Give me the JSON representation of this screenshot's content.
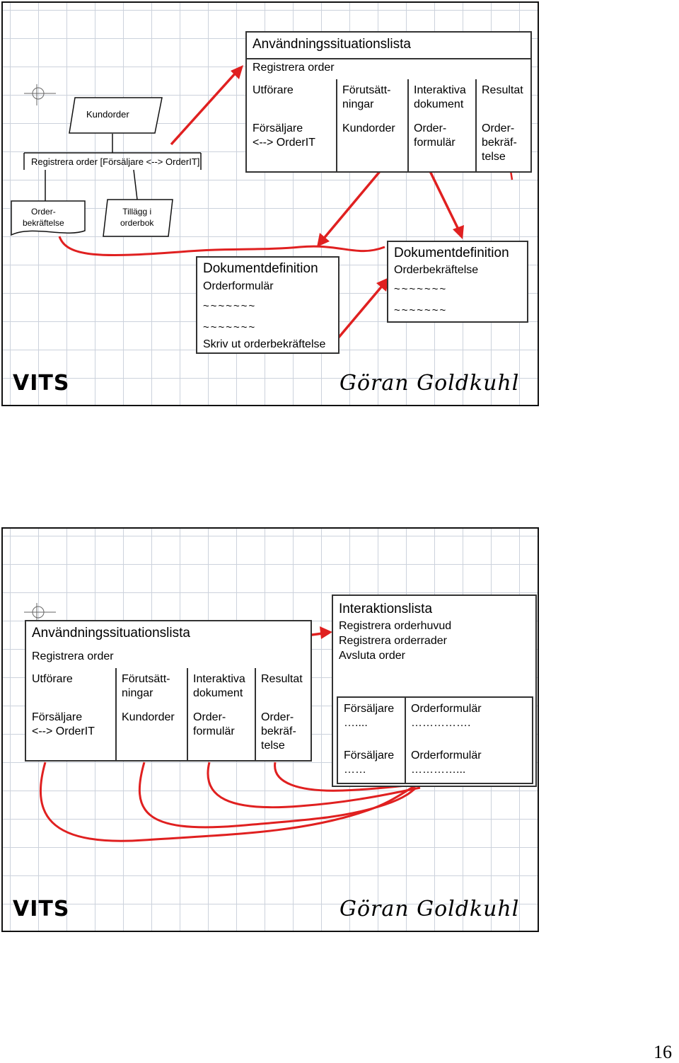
{
  "slide1": {
    "kundorder_shape": "Kundorder",
    "process_label": "Registrera order [Försäljare <--> OrderIT]",
    "orderbekraftelse_doc": "Order-\nbekräftelse",
    "tillagg_doc": "Tillägg i\norderbok",
    "table": {
      "title": "Användningssituationslista",
      "subtitle": "Registrera order",
      "headers": [
        "Utförare",
        "Förutsätt-\nningar",
        "Interaktiva\ndokument",
        "Resultat"
      ],
      "row": [
        "Försäljare\n<--> OrderIT",
        "Kundorder",
        "Order-\nformulär",
        "Order-\nbekräf-\ntelse"
      ]
    },
    "docdef_formular": {
      "title": "Dokumentdefinition",
      "subtitle": "Orderformulär",
      "line1": "~~~~~~~",
      "line2": "~~~~~~~",
      "line3": "Skriv ut orderbekräftelse"
    },
    "docdef_bekraftelse": {
      "title": "Dokumentdefinition",
      "subtitle": "Orderbekräftelse",
      "line1": "~~~~~~~",
      "line2": "~~~~~~~"
    },
    "footer_left": "VITS",
    "footer_right": "Göran Goldkuhl"
  },
  "slide2": {
    "table": {
      "title": "Användningssituationslista",
      "subtitle": "Registrera order",
      "headers": [
        "Utförare",
        "Förutsätt-\nningar",
        "Interaktiva\ndokument",
        "Resultat"
      ],
      "row": [
        "Försäljare\n<--> OrderIT",
        "Kundorder",
        "Order-\nformulär",
        "Order-\nbekräf-\ntelse"
      ]
    },
    "interaction": {
      "title": "Interaktionslista",
      "items": [
        "Registrera orderhuvud",
        "Registrera orderrader",
        "Avsluta order"
      ],
      "rows": [
        [
          "Försäljare\n…....",
          "Orderformulär\n……………."
        ],
        [
          "Försäljare\n……",
          "Orderformulär\n…………..."
        ]
      ]
    },
    "footer_left": "VITS",
    "footer_right": "Göran Goldkuhl"
  },
  "page_number": "16",
  "colors": {
    "arrow": "#e02020",
    "border": "#333333",
    "grid": "#ccd2dc"
  }
}
